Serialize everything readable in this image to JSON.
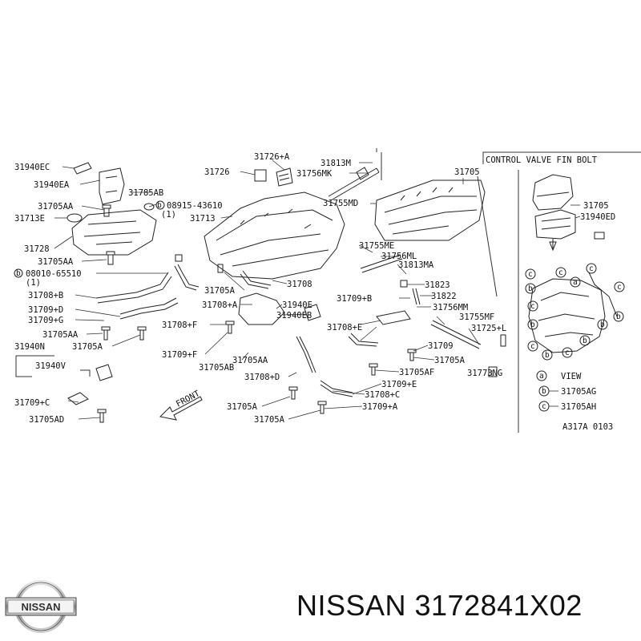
{
  "labels": {
    "l31940EC": "31940EC",
    "l31940EA": "31940EA",
    "l31705AA_1": "31705AA",
    "l31713E": "31713E",
    "l31728": "31728",
    "l31705AA_2": "31705AA",
    "l08010": "08010-65510",
    "l08010q": "(1)",
    "l31708B": "31708+B",
    "l31709D": "31709+D",
    "l31709G": "31709+G",
    "l31705AA_3": "31705AA",
    "l31705A_1": "31705A",
    "l31940N": "31940N",
    "l31940V": "31940V",
    "l31709C": "31709+C",
    "l31705AD": "31705AD",
    "l31726A": "31726+A",
    "l31726": "31726",
    "l31785AB": "31785AB",
    "l08915": "08915-43610",
    "l08915q": "(1)",
    "l31713": "31713",
    "l31813M": "31813M",
    "l31756MK": "31756MK",
    "l31755MD": "31755MD",
    "l31705": "31705",
    "l31755ME": "31755ME",
    "l31756ML": "31756ML",
    "l31813MA": "31813MA",
    "l31705A_2": "31705A",
    "l31708": "31708",
    "l31708A": "31708+A",
    "l31940E": "31940E",
    "l31940EB": "31940EB",
    "l31708F": "31708+F",
    "l31709F": "31709+F",
    "l31705AA_4": "31705AA",
    "l31705AB": "31705AB",
    "l31708D": "31708+D",
    "l31705A_3": "31705A",
    "l31705A_4": "31705A",
    "l31709B": "31709+B",
    "l31823": "31823",
    "l31822": "31822",
    "l31756MM": "31756MM",
    "l31755MF": "31755MF",
    "l31725L": "31725+L",
    "l31708E": "31708+E",
    "l31709": "31709",
    "l31705A_5": "31705A",
    "l31705AF": "31705AF",
    "l31773NG": "31773NG",
    "l31709E": "31709+E",
    "l31708C": "31708+C",
    "l31709A": "31709+A",
    "l31705_r": "31705",
    "l31940ED": "31940ED",
    "front": "FRONT",
    "control_title": "CONTROL VALVE FIN BOLT",
    "legend_a_letter": "a",
    "legend_a": "VIEW",
    "legend_b_letter": "b",
    "legend_b": "31705AG",
    "legend_c_letter": "c",
    "legend_c": "31705AH",
    "diagram_code": "A317A 0103",
    "circ_a": "a",
    "circ_b": "b",
    "circ_c": "c"
  },
  "brand": {
    "logo_text": "NISSAN"
  },
  "caption": "NISSAN 3172841X02"
}
